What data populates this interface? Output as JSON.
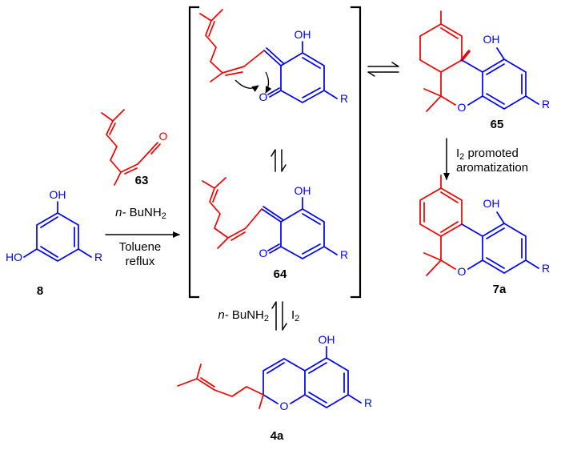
{
  "scheme": {
    "type": "chemical-reaction-scheme",
    "colors": {
      "blue": "#0000ee",
      "red": "#ee0000",
      "black": "#000000"
    },
    "compounds": {
      "c8": {
        "label": "8",
        "oh_top": "OH",
        "ho_left": "HO",
        "r": "R"
      },
      "c63": {
        "label": "63",
        "o": "O"
      },
      "intermediate_top": {
        "oh": "OH",
        "o": "O",
        "r": "R"
      },
      "c64": {
        "label": "64",
        "oh": "OH",
        "o": "O",
        "r": "R"
      },
      "c65": {
        "label": "65",
        "oh": "OH",
        "o": "O",
        "r": "R"
      },
      "c7a": {
        "label": "7a",
        "oh": "OH",
        "o": "O",
        "r": "R"
      },
      "c4a": {
        "label": "4a",
        "oh": "OH",
        "o": "O",
        "r": "R"
      }
    },
    "conditions": {
      "amine_prefix": "n-",
      "amine_body": " BuNH",
      "amine_sub": "2",
      "solvent_line1": "Toluene",
      "solvent_line2": "reflux"
    },
    "aromatization": {
      "iodine": "I",
      "iodine_sub": "2",
      "promoted": " promoted",
      "line2": "aromatization"
    },
    "bottom_equilibrium": {
      "amine_prefix": "n-",
      "amine_body": " BuNH",
      "amine_sub": "2",
      "iodine": "I",
      "iodine_sub": "2"
    }
  }
}
